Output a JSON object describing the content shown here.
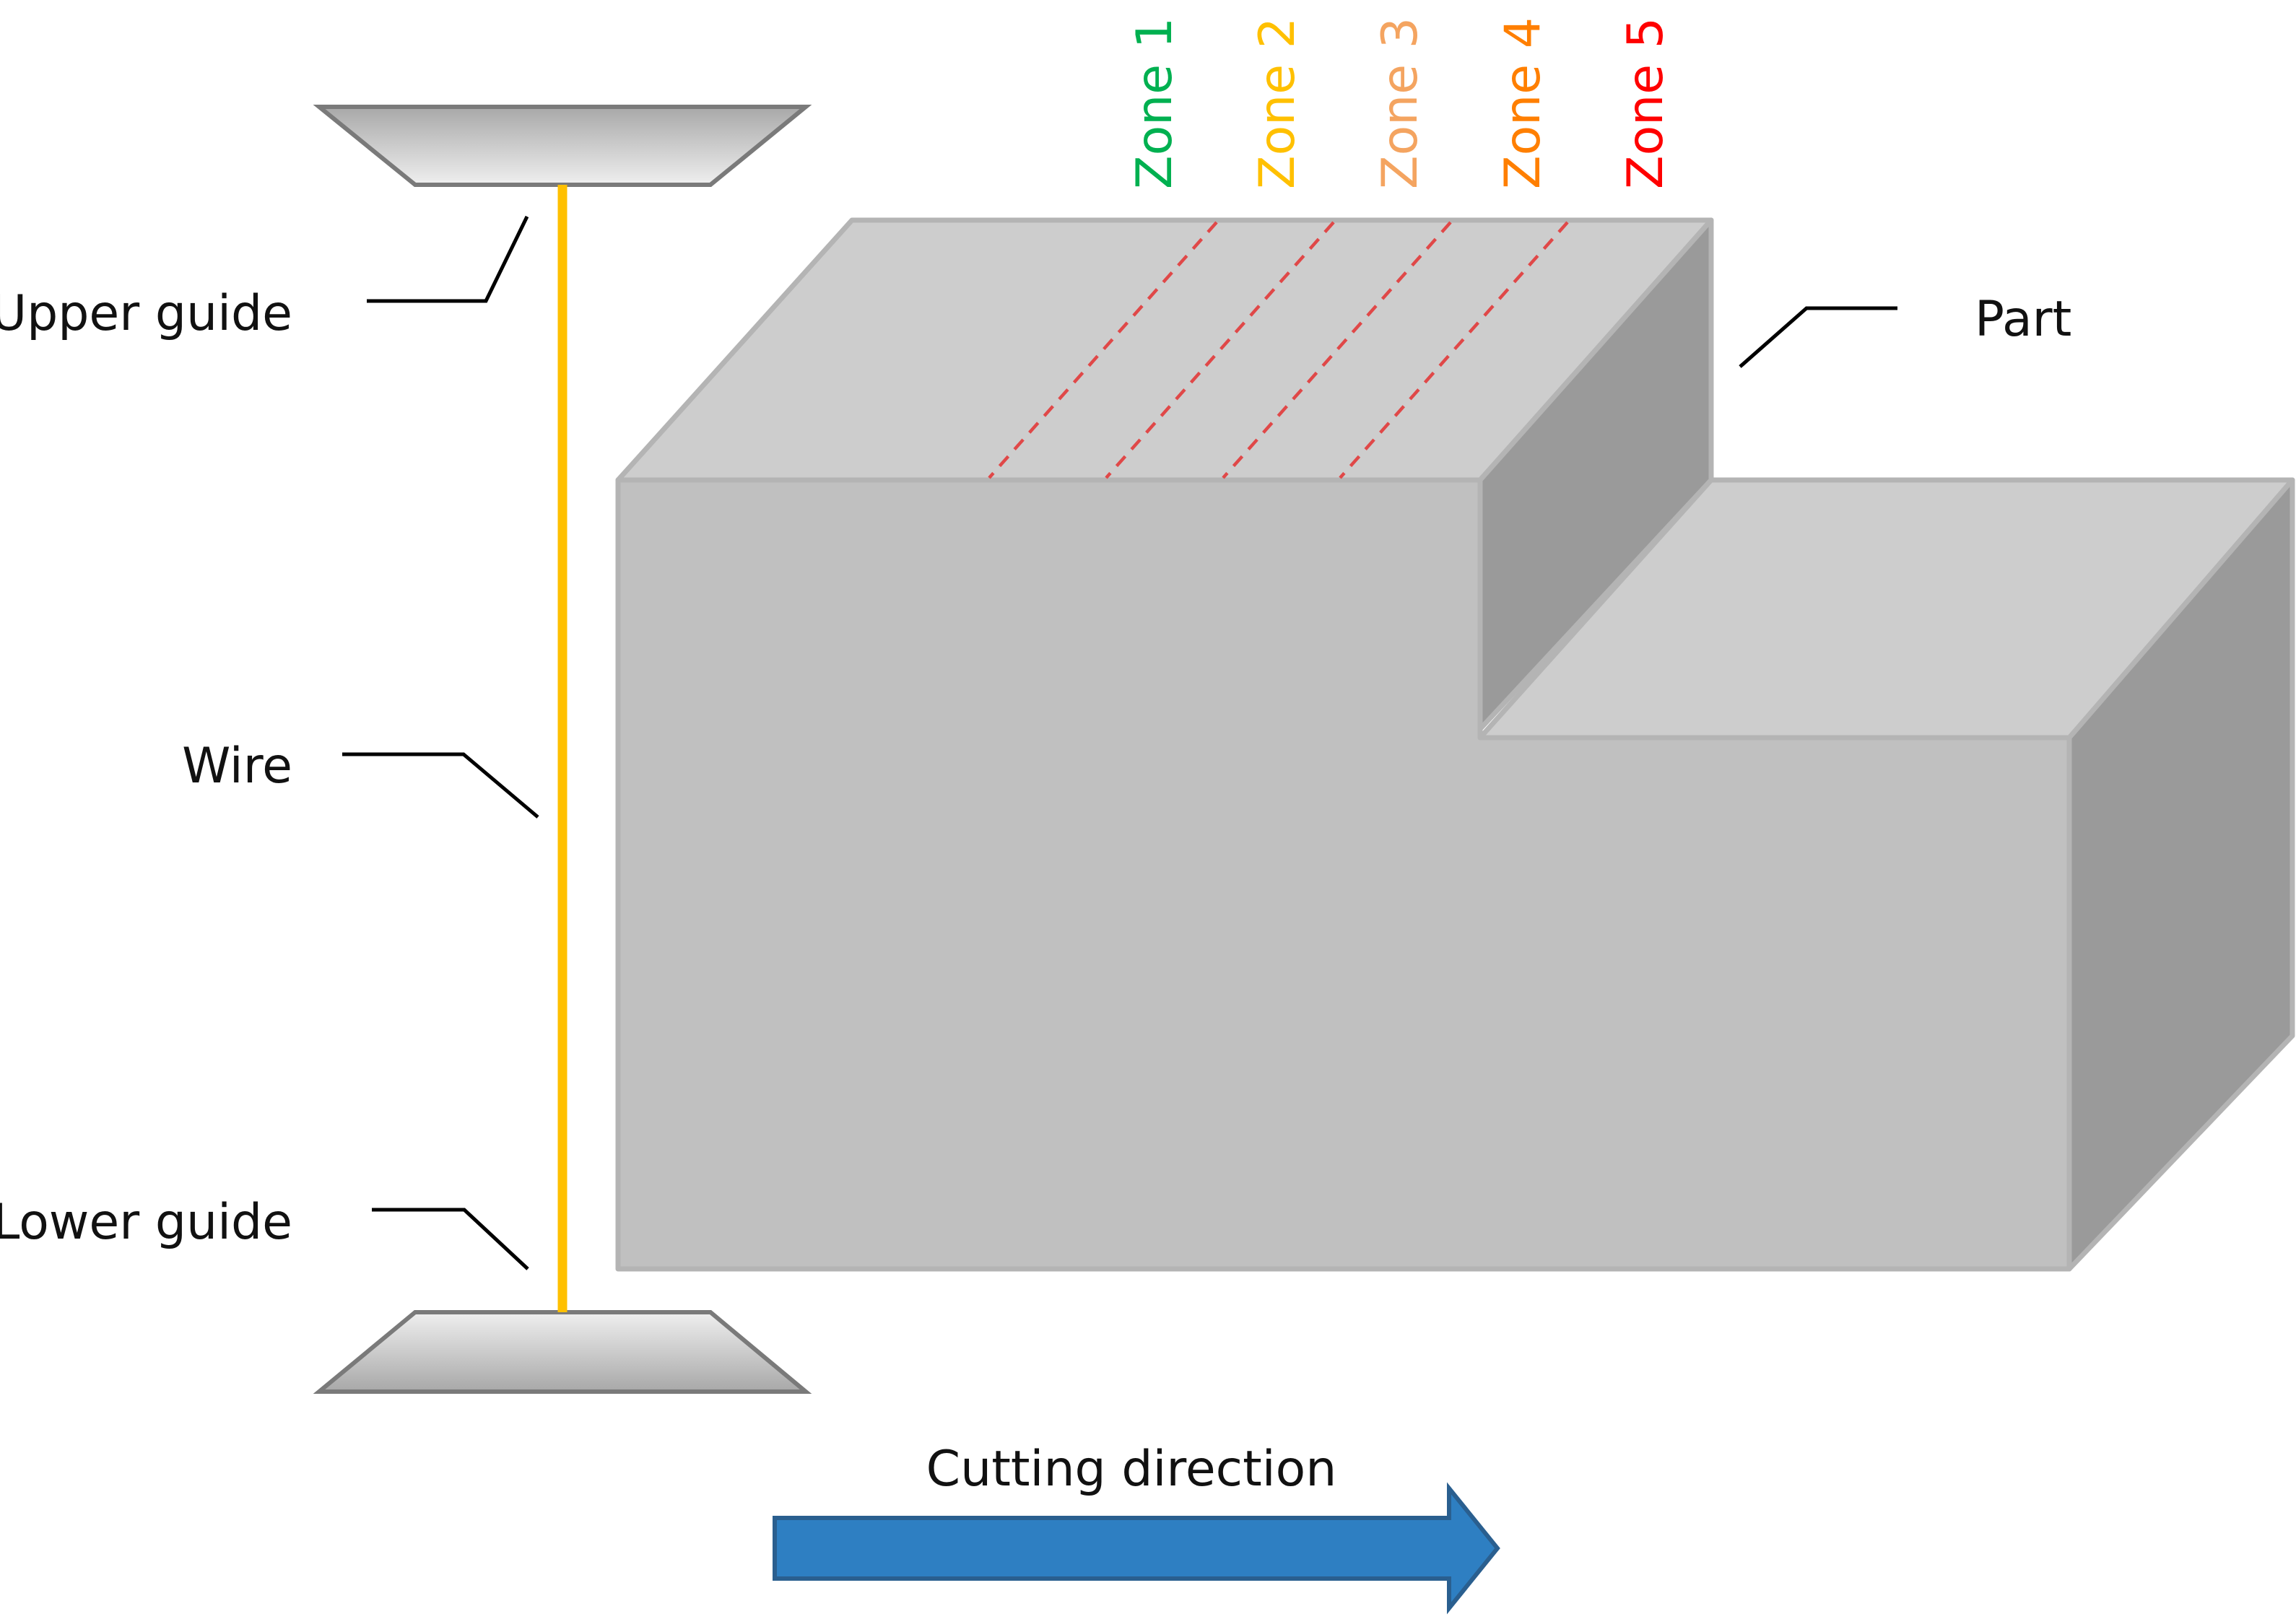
{
  "labels": {
    "upper_guide": "Upper guide",
    "wire": "Wire",
    "lower_guide": "Lower guide",
    "part": "Part",
    "cutting_direction": "Cutting direction"
  },
  "zones": [
    {
      "label": "Zone 1",
      "color": "#00b050"
    },
    {
      "label": "Zone 2",
      "color": "#ffc000"
    },
    {
      "label": "Zone 3",
      "color": "#f4a460"
    },
    {
      "label": "Zone 4",
      "color": "#ff7f00"
    },
    {
      "label": "Zone 5",
      "color": "#ff0000"
    }
  ],
  "colors": {
    "wire": "#ffc000",
    "part_front": "#c0c0c0",
    "part_top": "#cdcdcd",
    "part_side": "#9a9a9a",
    "zone_divider": "#e04848",
    "arrow": "#2e7fc2",
    "arrow_outline": "#2a5f8f"
  }
}
